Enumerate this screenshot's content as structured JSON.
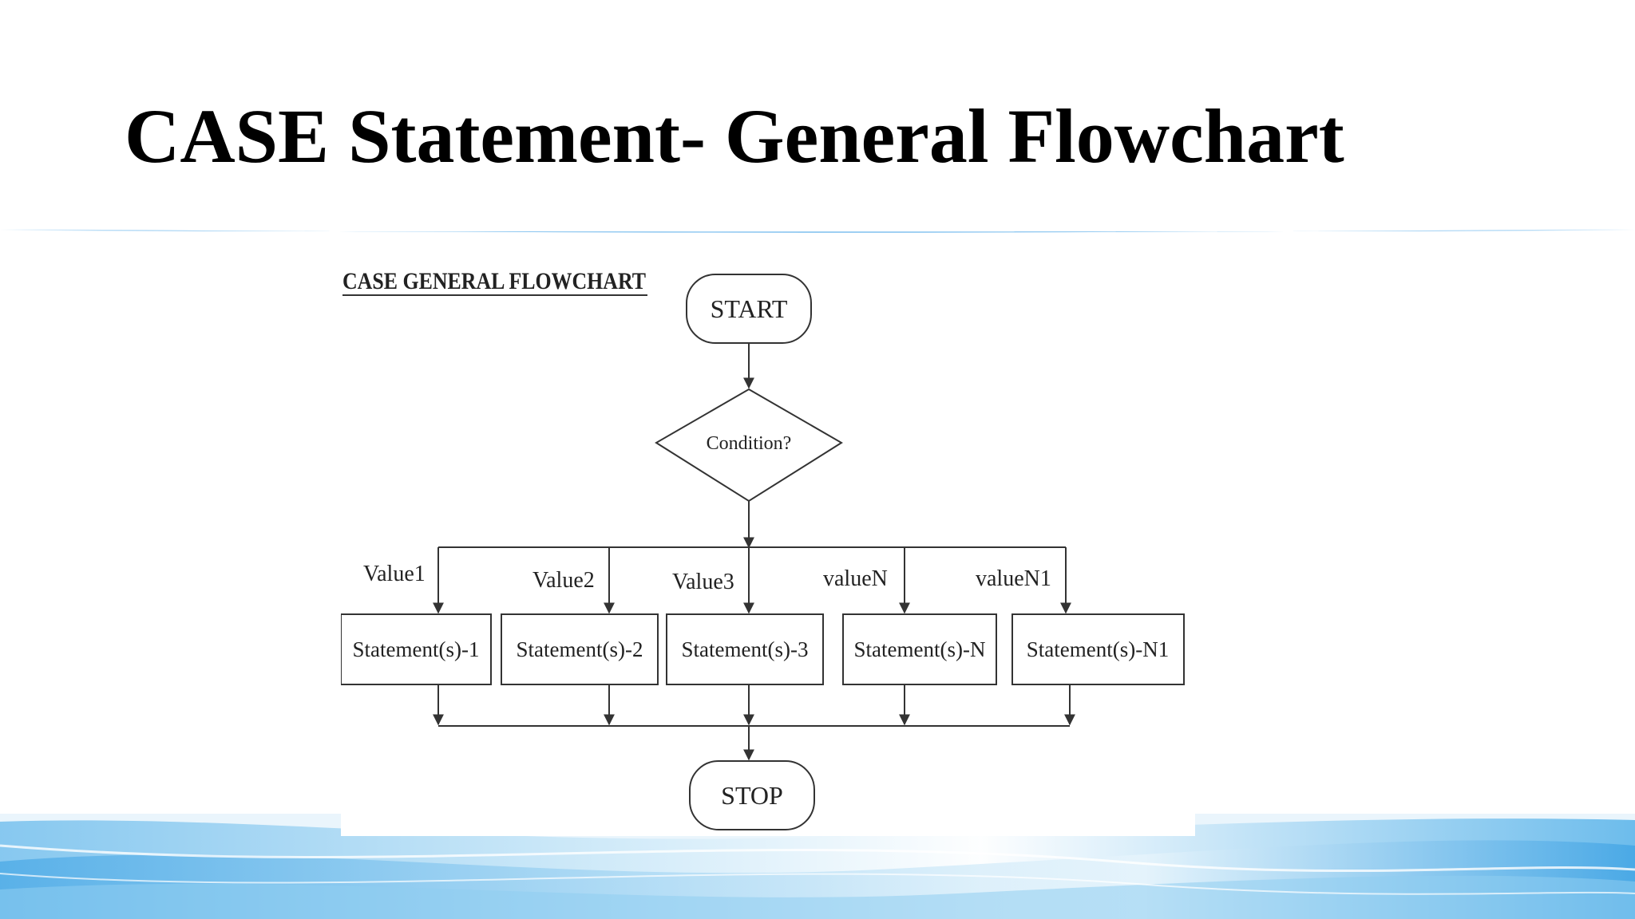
{
  "slide": {
    "title": "CASE Statement- General Flowchart"
  },
  "colors": {
    "accent_blue": "#3a9ee6",
    "wave_light": "#bfe1f6",
    "stroke": "#333333"
  },
  "flowchart": {
    "heading": "CASE GENERAL FLOWCHART",
    "start": "START",
    "condition": "Condition?",
    "stop": "STOP",
    "branches": [
      {
        "value": "Value1",
        "statement": "Statement(s)-1"
      },
      {
        "value": "Value2",
        "statement": "Statement(s)-2"
      },
      {
        "value": "Value3",
        "statement": "Statement(s)-3"
      },
      {
        "value": "valueN",
        "statement": "Statement(s)-N"
      },
      {
        "value": "valueN1",
        "statement": "Statement(s)-N1"
      }
    ]
  }
}
